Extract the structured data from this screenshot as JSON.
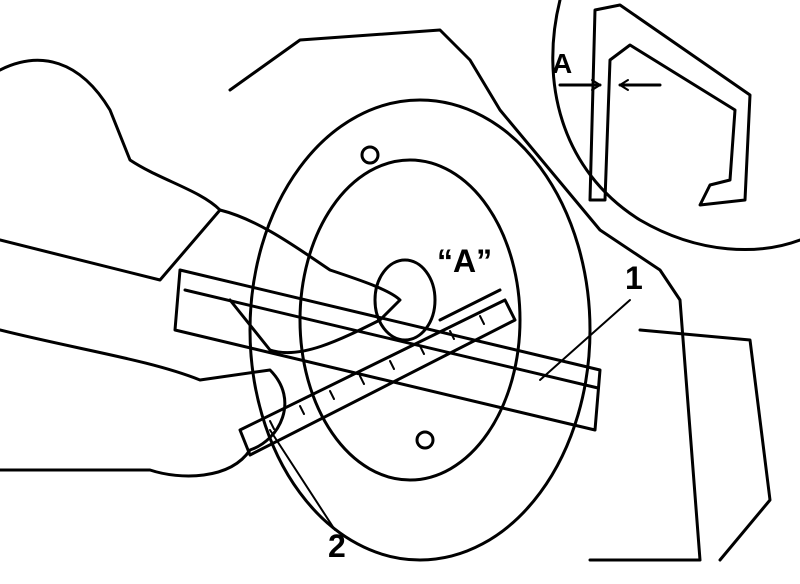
{
  "labels": {
    "inset_dimension": "A",
    "main_dimension": "“A”",
    "straightedge_callout": "1",
    "ruler_callout": "2"
  }
}
